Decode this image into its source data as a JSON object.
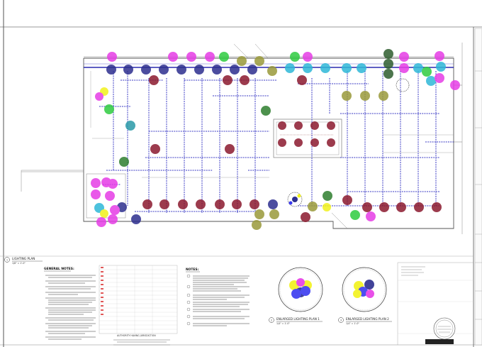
{
  "sheet": {
    "plan_title": "LIGHTING PLAN",
    "plan_scale": "1/8\" = 1'-0\"",
    "plan_number": "1"
  },
  "general_notes": {
    "heading": "GENERAL NOTES:"
  },
  "notes": {
    "heading": "NOTES:"
  },
  "enlarged_1": {
    "title": "ENLARGED LIGHTING PLAN 1",
    "scale": "1/4\" = 1'-0\"",
    "number": "2"
  },
  "enlarged_2": {
    "title": "ENLARGED LIGHTING PLAN 2",
    "scale": "1/4\" = 1'-0\"",
    "number": "3"
  },
  "schedule": {
    "footer_note": "AUTHORITY HAVING JURISDICTION"
  },
  "colors": {
    "navy": "#2d2f8f",
    "maroon": "#8b1a2e",
    "magenta": "#e63de6",
    "lime": "#2ecc40",
    "olive": "#9a9a3a",
    "teal": "#2a9aa8",
    "cyan": "#2fb8d8",
    "yellow": "#f2f21c",
    "blue": "#3a3af0",
    "circuit": "#3b3bc4"
  }
}
